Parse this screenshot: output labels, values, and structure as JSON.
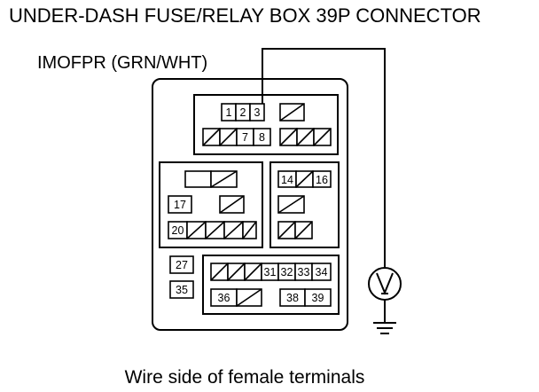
{
  "diagram": {
    "title": "UNDER-DASH FUSE/RELAY BOX 39P CONNECTOR",
    "wire_label": "IMOFPR (GRN/WHT)",
    "caption": "Wire side of female terminals",
    "meter_symbol": "V",
    "icons": [
      "voltmeter-icon",
      "ground-icon"
    ],
    "terminals": {
      "t1": "1",
      "t2": "2",
      "t3": "3",
      "t7": "7",
      "t8": "8",
      "t14": "14",
      "t16": "16",
      "t17": "17",
      "t20": "20",
      "t27": "27",
      "t35": "35",
      "t31": "31",
      "t32": "32",
      "t33": "33",
      "t34": "34",
      "t36": "36",
      "t38": "38",
      "t39": "39"
    }
  }
}
